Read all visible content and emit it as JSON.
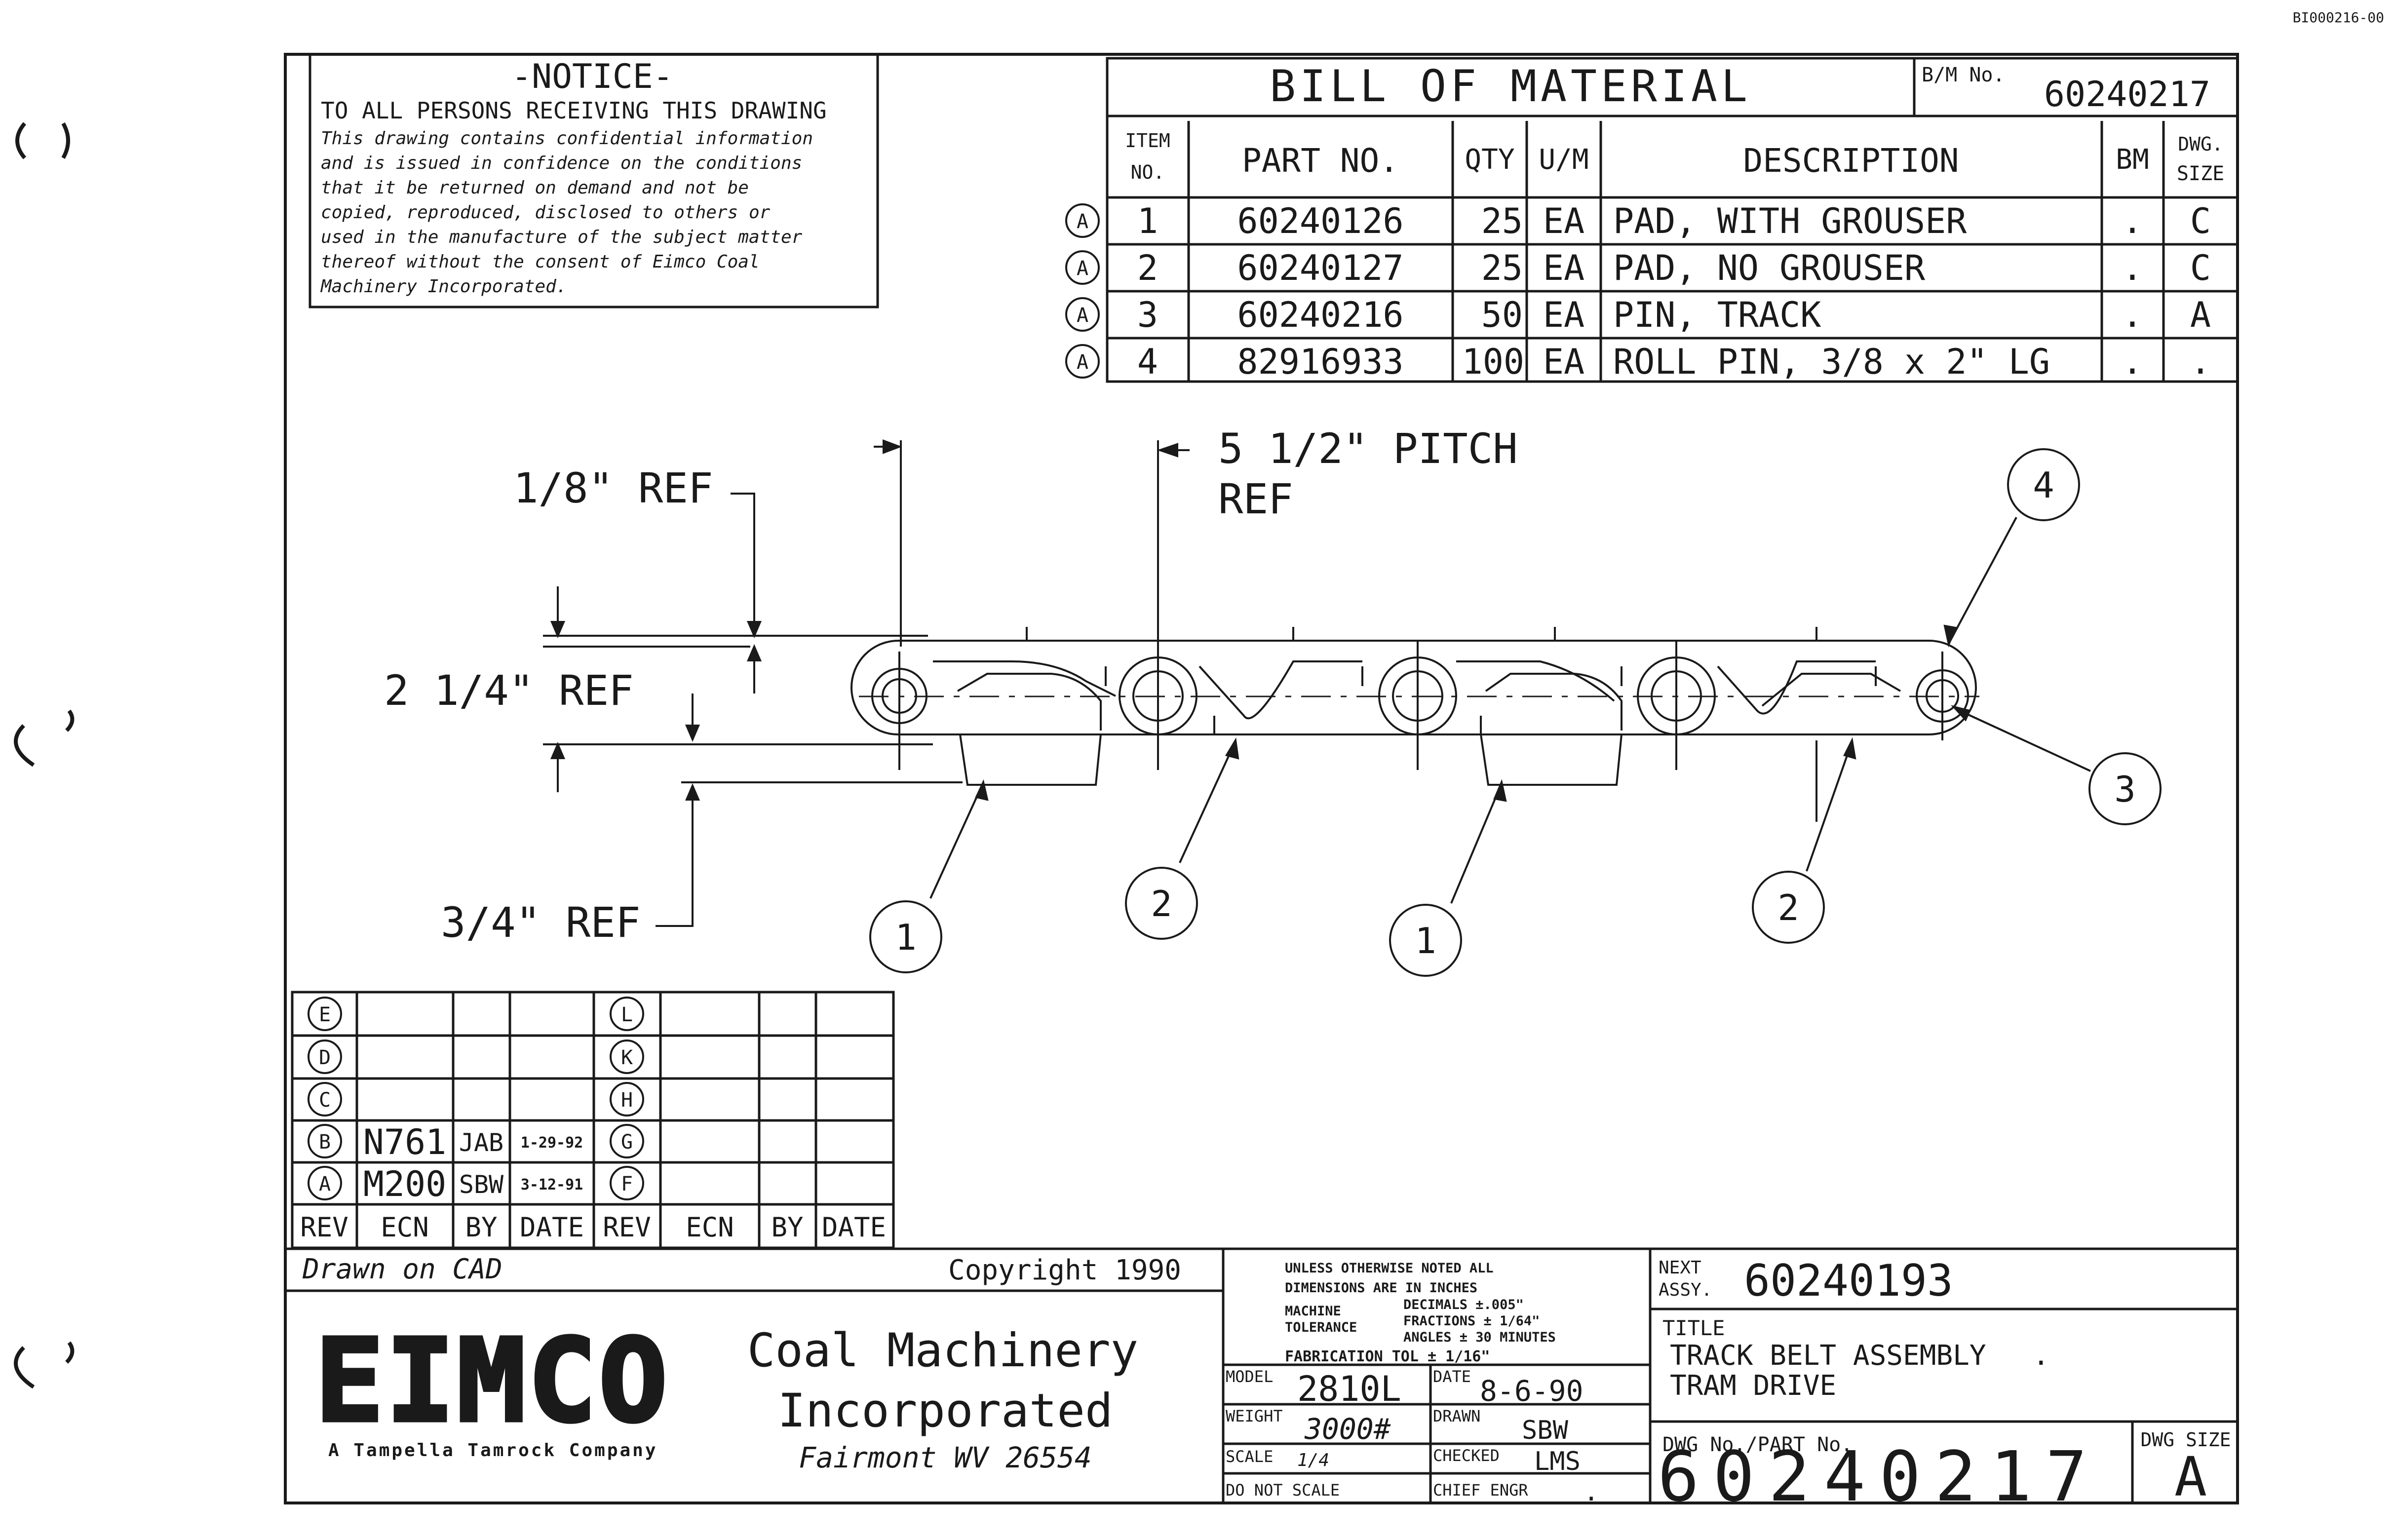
{
  "corner_code": "BI000216-00",
  "notice": {
    "title": "-NOTICE-",
    "lines": [
      "TO ALL PERSONS RECEIVING THIS DRAWING",
      "This drawing contains confidential information",
      "and is issued in confidence on the conditions",
      "that it be returned on demand and not be",
      "copied, reproduced, disclosed to others or",
      "used in the manufacture of the subject matter",
      "thereof without the consent of Eimco Coal",
      "Machinery Incorporated."
    ]
  },
  "bom": {
    "title": "BILL OF MATERIAL",
    "bm_no_label": "B/M No.",
    "bm_no": "60240217",
    "headers": {
      "item_no": [
        "ITEM",
        "NO."
      ],
      "part_no": "PART NO.",
      "qty": "QTY",
      "um": "U/M",
      "description": "DESCRIPTION",
      "bm": "BM",
      "dwg_size": [
        "DWG.",
        "SIZE"
      ]
    },
    "rows": [
      {
        "rev": "A",
        "item": "1",
        "part": "60240126",
        "qty": "25",
        "um": "EA",
        "desc": "PAD, WITH GROUSER",
        "bm": ".",
        "size": "C"
      },
      {
        "rev": "A",
        "item": "2",
        "part": "60240127",
        "qty": "25",
        "um": "EA",
        "desc": "PAD, NO GROUSER",
        "bm": ".",
        "size": "C"
      },
      {
        "rev": "A",
        "item": "3",
        "part": "60240216",
        "qty": "50",
        "um": "EA",
        "desc": "PIN, TRACK",
        "bm": ".",
        "size": "A"
      },
      {
        "rev": "A",
        "item": "4",
        "part": "82916933",
        "qty": "100",
        "um": "EA",
        "desc": "ROLL PIN, 3/8 x 2\" LG",
        "bm": ".",
        "size": "."
      }
    ]
  },
  "dimensions": {
    "eighth_ref": "1/8\" REF",
    "pitch": "5 1/2\" PITCH",
    "pitch_ref": "REF",
    "two_quarter_ref": "2 1/4\" REF",
    "three_quarter_ref": "3/4\" REF"
  },
  "balloons": [
    "1",
    "2",
    "1",
    "2",
    "3",
    "4"
  ],
  "revisions": {
    "left": [
      {
        "rev": "E",
        "ecn": "",
        "by": "",
        "date": ""
      },
      {
        "rev": "D",
        "ecn": "",
        "by": "",
        "date": ""
      },
      {
        "rev": "C",
        "ecn": "",
        "by": "",
        "date": ""
      },
      {
        "rev": "B",
        "ecn": "N761",
        "by": "JAB",
        "date": "1-29-92"
      },
      {
        "rev": "A",
        "ecn": "M200",
        "by": "SBW",
        "date": "3-12-91"
      }
    ],
    "right": [
      {
        "rev": "L",
        "ecn": "",
        "by": "",
        "date": ""
      },
      {
        "rev": "K",
        "ecn": "",
        "by": "",
        "date": ""
      },
      {
        "rev": "H",
        "ecn": "",
        "by": "",
        "date": ""
      },
      {
        "rev": "G",
        "ecn": "",
        "by": "",
        "date": ""
      },
      {
        "rev": "F",
        "ecn": "",
        "by": "",
        "date": ""
      }
    ],
    "headers": {
      "rev": "REV",
      "ecn": "ECN",
      "by": "BY",
      "date": "DATE"
    }
  },
  "title_block": {
    "drawn_on": "Drawn on CAD",
    "copyright": "Copyright 1990",
    "logo": "EIMCO",
    "company_line1": "Coal Machinery",
    "company_line2": "Incorporated",
    "location": "Fairmont WV 26554",
    "tagline": "A Tampella Tamrock Company",
    "tolerance_lines": [
      "UNLESS OTHERWISE NOTED ALL",
      "DIMENSIONS ARE IN INCHES",
      "DECIMALS ±.005\"",
      "MACHINE",
      "FRACTIONS ± 1/64\"",
      "TOLERANCE",
      "ANGLES ± 30 MINUTES",
      "FABRICATION TOL ± 1/16\""
    ],
    "model_label": "MODEL",
    "model": "2810L",
    "date_label": "DATE",
    "date": "8-6-90",
    "weight_label": "WEIGHT",
    "weight": "3000#",
    "drawn_label": "DRAWN",
    "drawn": "SBW",
    "scale_label": "SCALE",
    "scale": "1/4",
    "checked_label": "CHECKED",
    "checked": "LMS",
    "do_not_scale": "DO NOT SCALE",
    "chief_label": "CHIEF ENGR",
    "chief": ".",
    "next_assy_label1": "NEXT",
    "next_assy_label2": "ASSY.",
    "next_assy": "60240193",
    "title_label": "TITLE",
    "title_line1": "TRACK BELT ASSEMBLY",
    "title_line2": "TRAM DRIVE",
    "dwg_no_label": "DWG No./PART No.",
    "dwg_no": "60240217",
    "dwg_size_label": "DWG SIZE",
    "dwg_size": "A"
  }
}
